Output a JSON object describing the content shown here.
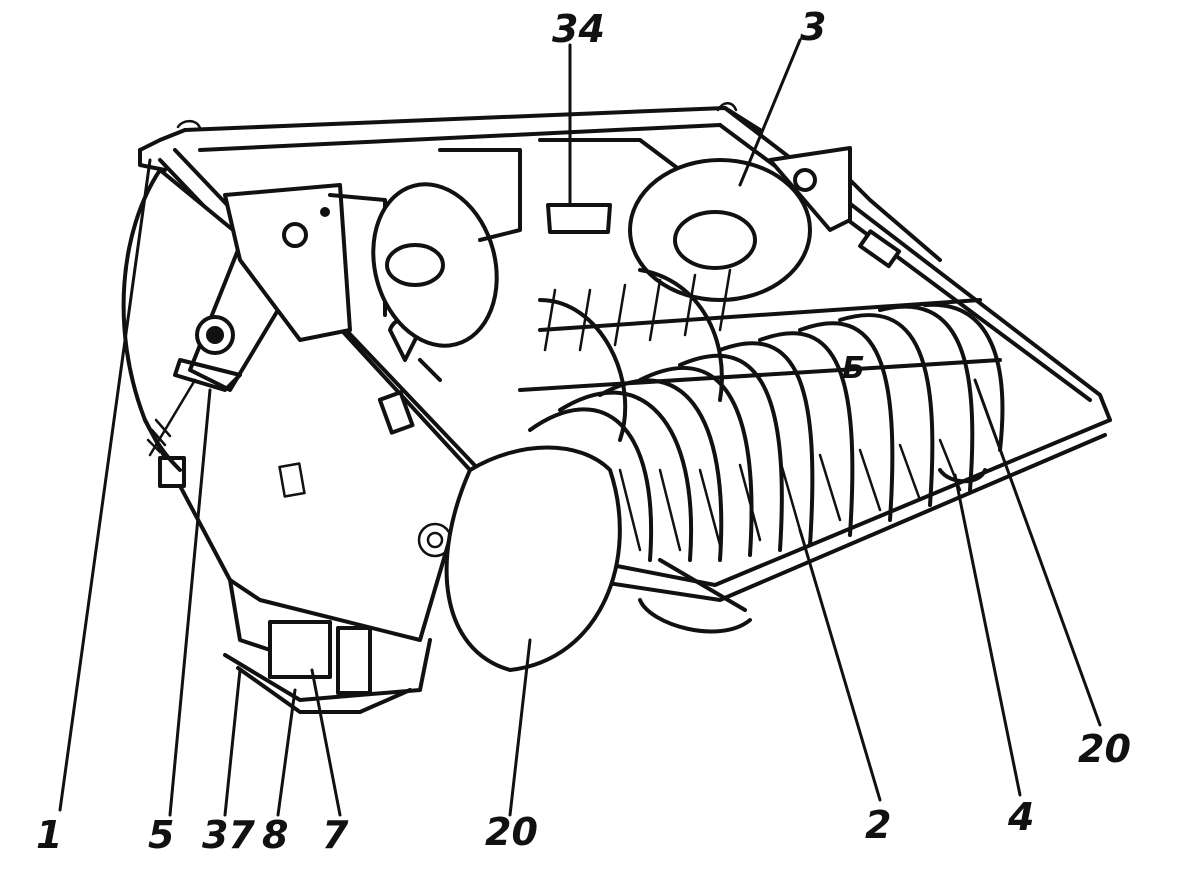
{
  "callouts": {
    "c1": "1",
    "c5": "5",
    "c37": "37",
    "c8": "8",
    "c7": "7",
    "c20_bottom": "20",
    "c2": "2",
    "c4": "4",
    "c20_right": "20",
    "c34": "34",
    "c3": "3"
  },
  "inline_marks": {
    "b_mark": "Б"
  }
}
